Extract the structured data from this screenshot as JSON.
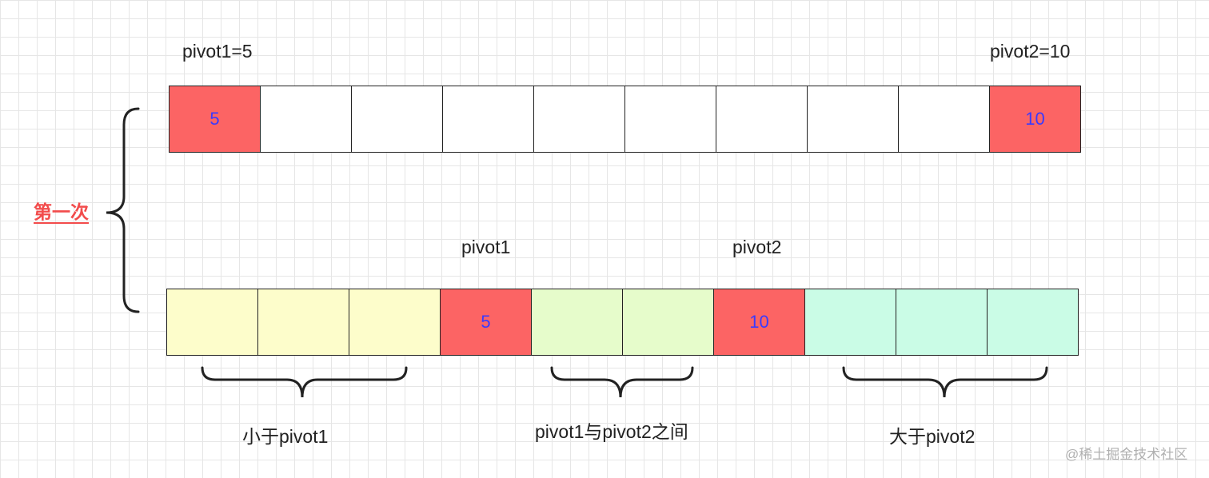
{
  "top": {
    "label_left": "pivot1=5",
    "label_right": "pivot2=10",
    "cells": [
      {
        "text": "5",
        "color": "#fc6464"
      },
      {
        "text": "",
        "color": "#ffffff"
      },
      {
        "text": "",
        "color": "#ffffff"
      },
      {
        "text": "",
        "color": "#ffffff"
      },
      {
        "text": "",
        "color": "#ffffff"
      },
      {
        "text": "",
        "color": "#ffffff"
      },
      {
        "text": "",
        "color": "#ffffff"
      },
      {
        "text": "",
        "color": "#ffffff"
      },
      {
        "text": "",
        "color": "#ffffff"
      },
      {
        "text": "10",
        "color": "#fc6464"
      }
    ]
  },
  "side_label": "第一次",
  "bottom": {
    "label_pivot1": "pivot1",
    "label_pivot2": "pivot2",
    "cells": [
      {
        "text": "",
        "color": "#fdfdcb"
      },
      {
        "text": "",
        "color": "#fdfdcb"
      },
      {
        "text": "",
        "color": "#fdfdcb"
      },
      {
        "text": "5",
        "color": "#fc6464"
      },
      {
        "text": "",
        "color": "#e6fccb"
      },
      {
        "text": "",
        "color": "#e6fccb"
      },
      {
        "text": "10",
        "color": "#fc6464"
      },
      {
        "text": "",
        "color": "#cafce6"
      },
      {
        "text": "",
        "color": "#cafce6"
      },
      {
        "text": "",
        "color": "#cafce6"
      }
    ]
  },
  "groups": {
    "less": "小于pivot1",
    "between": "pivot1与pivot2之间",
    "greater": "大于pivot2"
  },
  "watermark": "@稀土掘金技术社区"
}
